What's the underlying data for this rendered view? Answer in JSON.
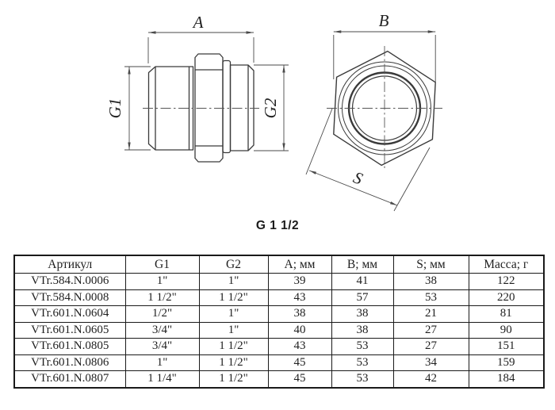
{
  "drawing": {
    "side_view": {
      "dim_length": "A",
      "dim_thread_left": "G1",
      "dim_thread_right": "G2"
    },
    "end_view": {
      "dim_width": "B",
      "dim_wrench": "S"
    },
    "caption": "G 1 1/2",
    "line_color": "#3a3a3a",
    "dim_line_color": "#4a4a4a"
  },
  "table": {
    "headers": [
      "Артикул",
      "G1",
      "G2",
      "A; мм",
      "B; мм",
      "S; мм",
      "Масса; г"
    ],
    "rows": [
      [
        "VTr.584.N.0006",
        "1\"",
        "1\"",
        "39",
        "41",
        "38",
        "122"
      ],
      [
        "VTr.584.N.0008",
        "1 1/2\"",
        "1 1/2\"",
        "43",
        "57",
        "53",
        "220"
      ],
      [
        "VTr.601.N.0604",
        "1/2\"",
        "1\"",
        "38",
        "38",
        "21",
        "81"
      ],
      [
        "VTr.601.N.0605",
        "3/4\"",
        "1\"",
        "40",
        "38",
        "27",
        "90"
      ],
      [
        "VTr.601.N.0805",
        "3/4\"",
        "1 1/2\"",
        "43",
        "53",
        "27",
        "151"
      ],
      [
        "VTr.601.N.0806",
        "1\"",
        "1 1/2\"",
        "45",
        "53",
        "34",
        "159"
      ],
      [
        "VTr.601.N.0807",
        "1 1/4\"",
        "1 1/2\"",
        "45",
        "53",
        "42",
        "184"
      ]
    ]
  }
}
